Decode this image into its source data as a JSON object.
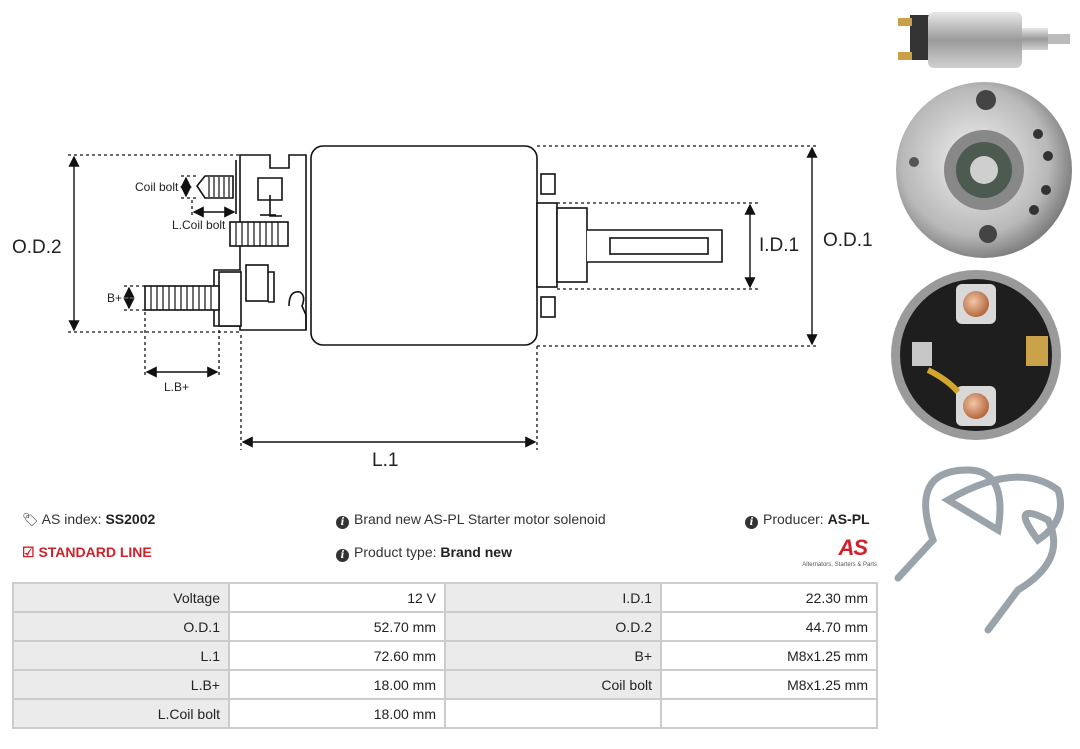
{
  "diagram": {
    "coil_bolt": "Coil bolt",
    "l_coil_bolt": "L.Coil bolt",
    "od2": "O.D.2",
    "b_plus": "B+",
    "l_b_plus": "L.B+",
    "l1": "L.1",
    "id1": "I.D.1",
    "od1": "O.D.1"
  },
  "info": {
    "as_index_label": "AS index:",
    "as_index_value": "SS2002",
    "line": "STANDARD LINE",
    "description": "Brand new AS-PL Starter motor solenoid",
    "product_type_label": "Product type:",
    "product_type_value": "Brand new",
    "producer_label": "Producer:",
    "producer_value": "AS-PL"
  },
  "logo": {
    "mark": "AS",
    "tagline": "Alternators, Starters & Parts",
    "color": "#d0202a"
  },
  "specs": [
    [
      "Voltage",
      "12 V",
      "I.D.1",
      "22.30 mm"
    ],
    [
      "O.D.1",
      "52.70 mm",
      "O.D.2",
      "44.70 mm"
    ],
    [
      "L.1",
      "72.60 mm",
      "B+",
      "M8x1.25 mm"
    ],
    [
      "L.B+",
      "18.00 mm",
      "Coil bolt",
      "M8x1.25 mm"
    ],
    [
      "L.Coil bolt",
      "18.00 mm",
      "",
      ""
    ]
  ]
}
